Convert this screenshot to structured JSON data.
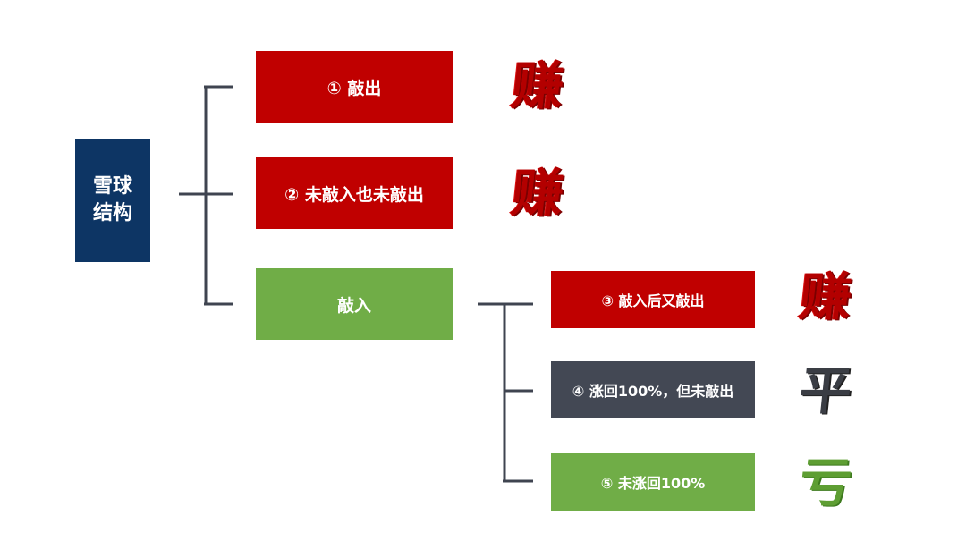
{
  "root": {
    "line1": "雪球",
    "line2": "结构"
  },
  "branches": [
    {
      "label": "① 敲出",
      "result": "赚"
    },
    {
      "label": "② 未敲入也未敲出",
      "result": "赚"
    },
    {
      "label": "敲入"
    }
  ],
  "sub_branches": [
    {
      "label": "③ 敲入后又敲出",
      "result": "赚"
    },
    {
      "label": "④ 涨回100%，但未敲出",
      "result": "平"
    },
    {
      "label": "⑤ 未涨回100%",
      "result": "亏"
    }
  ],
  "colors": {
    "root": "#0d3564",
    "profit": "#c00000",
    "knock_in": "#70ad47",
    "breakeven": "#434854",
    "loss": "#70ad47",
    "connector": "#3f4450"
  }
}
